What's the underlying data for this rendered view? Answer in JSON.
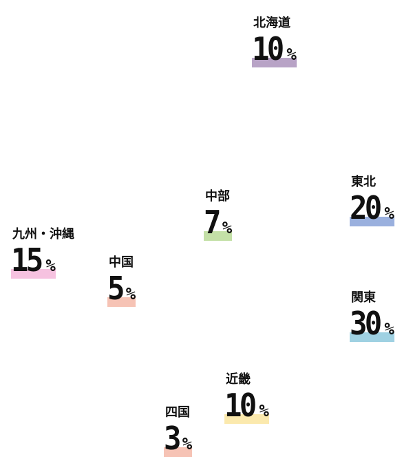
{
  "chart_data": {
    "type": "table",
    "unit": "%",
    "regions": [
      {
        "name": "北海道",
        "value": 10,
        "color": "#b8a3c6"
      },
      {
        "name": "東北",
        "value": 20,
        "color": "#9ab0de"
      },
      {
        "name": "関東",
        "value": 30,
        "color": "#9fd1e2"
      },
      {
        "name": "中部",
        "value": 7,
        "color": "#c4e0a7"
      },
      {
        "name": "近畿",
        "value": 10,
        "color": "#fbe9ad"
      },
      {
        "name": "中国",
        "value": 5,
        "color": "#f6c3b5"
      },
      {
        "name": "四国",
        "value": 3,
        "color": "#f6c3b5"
      },
      {
        "name": "九州・沖縄",
        "value": 15,
        "color": "#f6c2e0"
      }
    ]
  }
}
